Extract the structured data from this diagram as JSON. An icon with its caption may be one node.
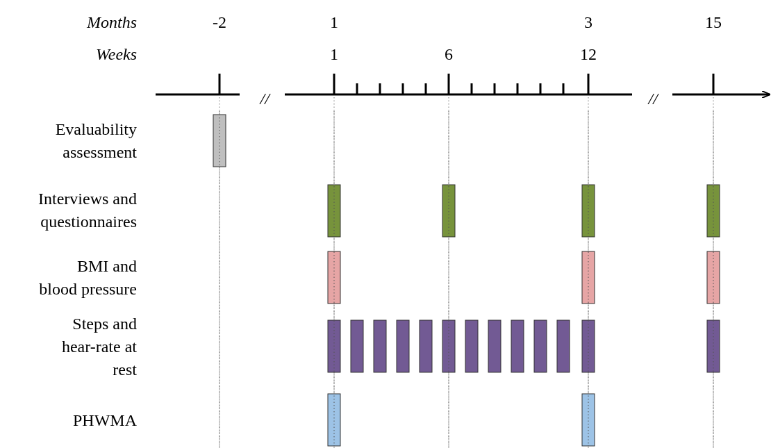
{
  "diagram": {
    "nodes": [
      {
        "text": [],
        "shape": "bar"
      },
      {
        "text": [],
        "shape": "bar"
      },
      {
        "text": [],
        "shape": "bar"
      },
      {
        "text": [],
        "shape": "bar"
      },
      {
        "text": [],
        "shape": "bar"
      },
      {
        "text": [],
        "shape": "bar"
      },
      {
        "text": [],
        "shape": "bar"
      },
      {
        "text": [],
        "shape": "bar"
      },
      {
        "text": [],
        "shape": "bar"
      },
      {
        "text": [],
        "shape": "bar"
      },
      {
        "text": [],
        "shape": "bar"
      },
      {
        "text": [],
        "shape": "bar"
      },
      {
        "text": [],
        "shape": "bar"
      },
      {
        "text": [],
        "shape": "bar"
      },
      {
        "text": [],
        "shape": "bar"
      },
      {
        "text": [],
        "shape": "bar"
      },
      {
        "text": [],
        "shape": "bar"
      },
      {
        "text": [],
        "shape": "bar"
      },
      {
        "text": [],
        "shape": "bar"
      },
      {
        "text": [],
        "shape": "bar"
      },
      {
        "text": [],
        "shape": "bar"
      },
      {
        "text": [],
        "shape": "bar"
      },
      {
        "text": [],
        "shape": "bar"
      }
    ],
    "labels": [
      "Months",
      "-2",
      "1",
      "3",
      "15",
      "Weeks",
      "1",
      "6",
      "12",
      "//",
      "//",
      "Evaluability assessment",
      "Interviews and questionnaires",
      "BMI and blood pressure",
      "Steps and hear-rate at rest",
      "PHWMA"
    ]
  }
}
